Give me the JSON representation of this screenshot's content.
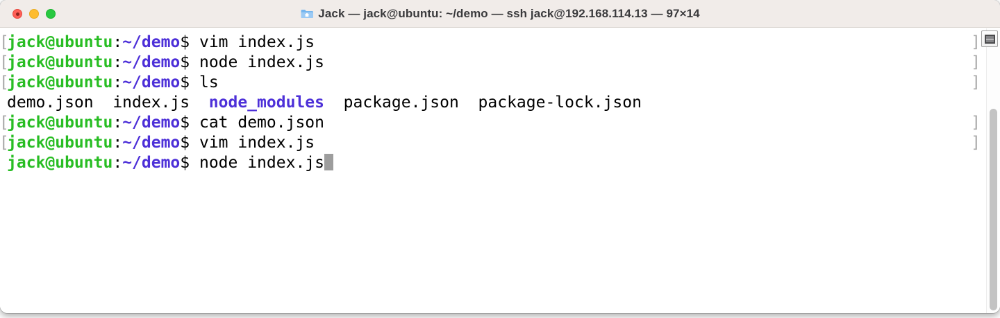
{
  "window": {
    "title": "Jack — jack@ubuntu: ~/demo — ssh jack@192.168.114.13 — 97×14",
    "traffic_lights": [
      {
        "name": "close-button",
        "edited_indicator": true
      },
      {
        "name": "minimize-button"
      },
      {
        "name": "zoom-button"
      }
    ]
  },
  "icons": {
    "proxy": "home-folder-icon",
    "split": "split-pane-icon"
  },
  "colors": {
    "prompt_user": "#28bd23",
    "prompt_path": "#4d30d8",
    "text": "#000000",
    "marks": "#a9a9a9",
    "cursor": "#9d9d9d",
    "titlebar_bg": "#f1ece9",
    "terminal_bg": "#ffffff"
  },
  "terminal": {
    "lines": [
      {
        "left_mark": "[",
        "right_mark": "]",
        "cursor": false,
        "segments": [
          {
            "style": "user",
            "text": "jack@ubuntu"
          },
          {
            "style": "plain",
            "text": ":"
          },
          {
            "style": "path",
            "text": "~/demo"
          },
          {
            "style": "plain",
            "text": "$ vim index.js"
          }
        ]
      },
      {
        "left_mark": "[",
        "right_mark": "]",
        "cursor": false,
        "segments": [
          {
            "style": "user",
            "text": "jack@ubuntu"
          },
          {
            "style": "plain",
            "text": ":"
          },
          {
            "style": "path",
            "text": "~/demo"
          },
          {
            "style": "plain",
            "text": "$ node index.js"
          }
        ]
      },
      {
        "left_mark": "[",
        "right_mark": "]",
        "cursor": false,
        "segments": [
          {
            "style": "user",
            "text": "jack@ubuntu"
          },
          {
            "style": "plain",
            "text": ":"
          },
          {
            "style": "path",
            "text": "~/demo"
          },
          {
            "style": "plain",
            "text": "$ ls"
          }
        ]
      },
      {
        "left_mark": "",
        "right_mark": "",
        "cursor": false,
        "segments": [
          {
            "style": "plain",
            "text": "demo.json  index.js  "
          },
          {
            "style": "dir",
            "text": "node_modules"
          },
          {
            "style": "plain",
            "text": "  package.json  package-lock.json"
          }
        ]
      },
      {
        "left_mark": "[",
        "right_mark": "]",
        "cursor": false,
        "segments": [
          {
            "style": "user",
            "text": "jack@ubuntu"
          },
          {
            "style": "plain",
            "text": ":"
          },
          {
            "style": "path",
            "text": "~/demo"
          },
          {
            "style": "plain",
            "text": "$ cat demo.json"
          }
        ]
      },
      {
        "left_mark": "[",
        "right_mark": "]",
        "cursor": false,
        "segments": [
          {
            "style": "user",
            "text": "jack@ubuntu"
          },
          {
            "style": "plain",
            "text": ":"
          },
          {
            "style": "path",
            "text": "~/demo"
          },
          {
            "style": "plain",
            "text": "$ vim index.js"
          }
        ]
      },
      {
        "left_mark": "",
        "right_mark": "",
        "cursor": true,
        "segments": [
          {
            "style": "user",
            "text": "jack@ubuntu"
          },
          {
            "style": "plain",
            "text": ":"
          },
          {
            "style": "path",
            "text": "~/demo"
          },
          {
            "style": "plain",
            "text": "$ node index.js"
          }
        ]
      }
    ]
  }
}
